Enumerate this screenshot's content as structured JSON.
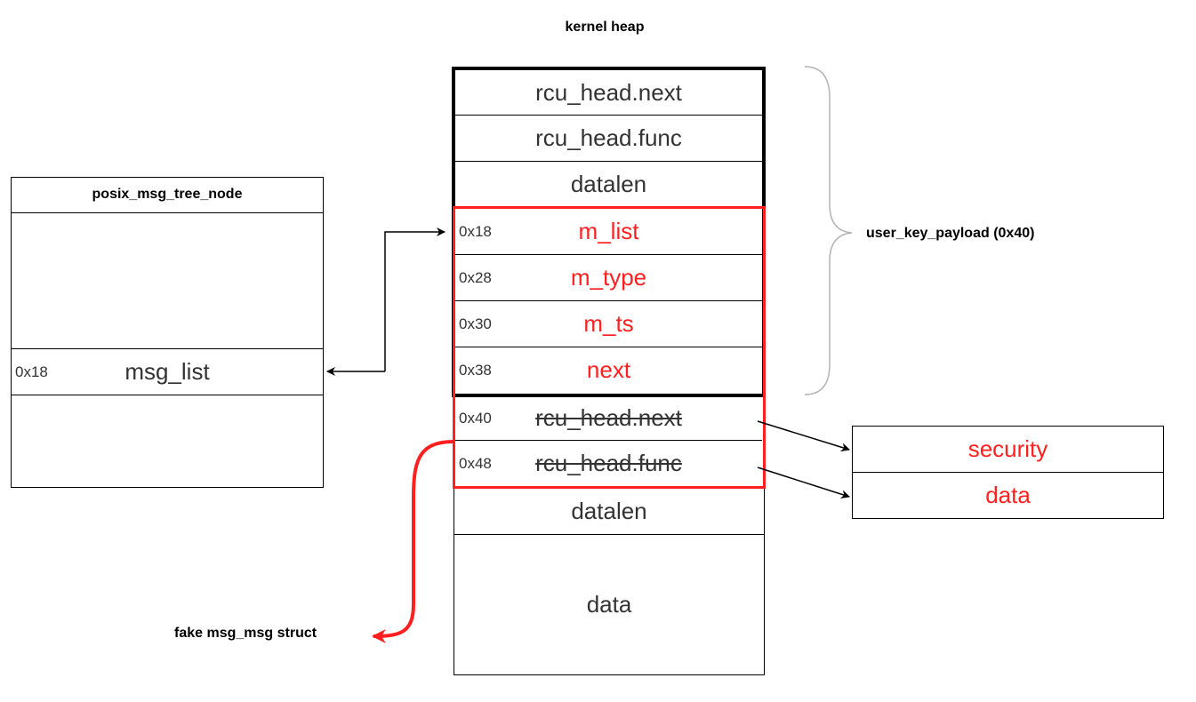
{
  "title": "kernel heap",
  "heap": {
    "rows": [
      {
        "label": "rcu_head.next"
      },
      {
        "label": "rcu_head.func"
      },
      {
        "label": "datalen"
      },
      {
        "offset": "0x18",
        "label": "m_list"
      },
      {
        "offset": "0x28",
        "label": "m_type"
      },
      {
        "offset": "0x30",
        "label": "m_ts"
      },
      {
        "offset": "0x38",
        "label": "next"
      },
      {
        "offset": "0x40",
        "label": "rcu_head.next"
      },
      {
        "offset": "0x48",
        "label": "rcu_head.func"
      },
      {
        "label": "datalen"
      },
      {
        "label": "data"
      }
    ]
  },
  "brace_label": "user_key_payload (0x40)",
  "tree_node": {
    "title": "posix_msg_tree_node",
    "offset": "0x18",
    "field": "msg_list"
  },
  "side_box": {
    "rows": [
      "security",
      "data"
    ]
  },
  "fake_label": "fake msg_msg struct",
  "colors": {
    "accent_red": "#ff1f1f",
    "line": "#000000",
    "text": "#333333",
    "brace": "#b3b3b3"
  }
}
